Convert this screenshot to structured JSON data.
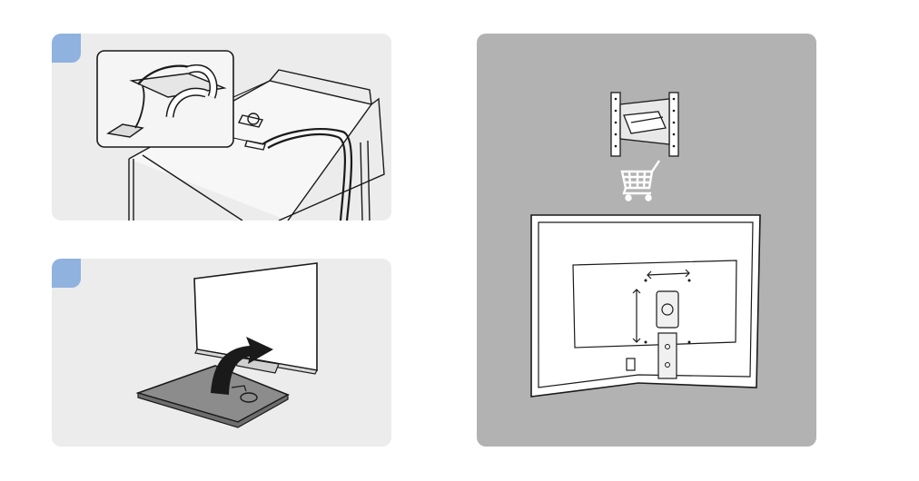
{
  "colors": {
    "panel_light": "#ececec",
    "panel_dark": "#b2b2b2",
    "step_badge": "#8fb2df",
    "line_art": "#1a1a1a",
    "stand_gray": "#8c8c8c"
  },
  "panels": [
    {
      "name": "cable-routing-step",
      "icons": [
        "cable-holder-icon",
        "desk-icon"
      ]
    },
    {
      "name": "stand-removal-step",
      "icons": [
        "monitor-icon",
        "rotate-arrow-icon",
        "stand-base-icon"
      ]
    },
    {
      "name": "wall-mount-option",
      "icons": [
        "wall-mount-bracket-icon",
        "shopping-cart-icon",
        "monitor-back-icon"
      ]
    }
  ]
}
